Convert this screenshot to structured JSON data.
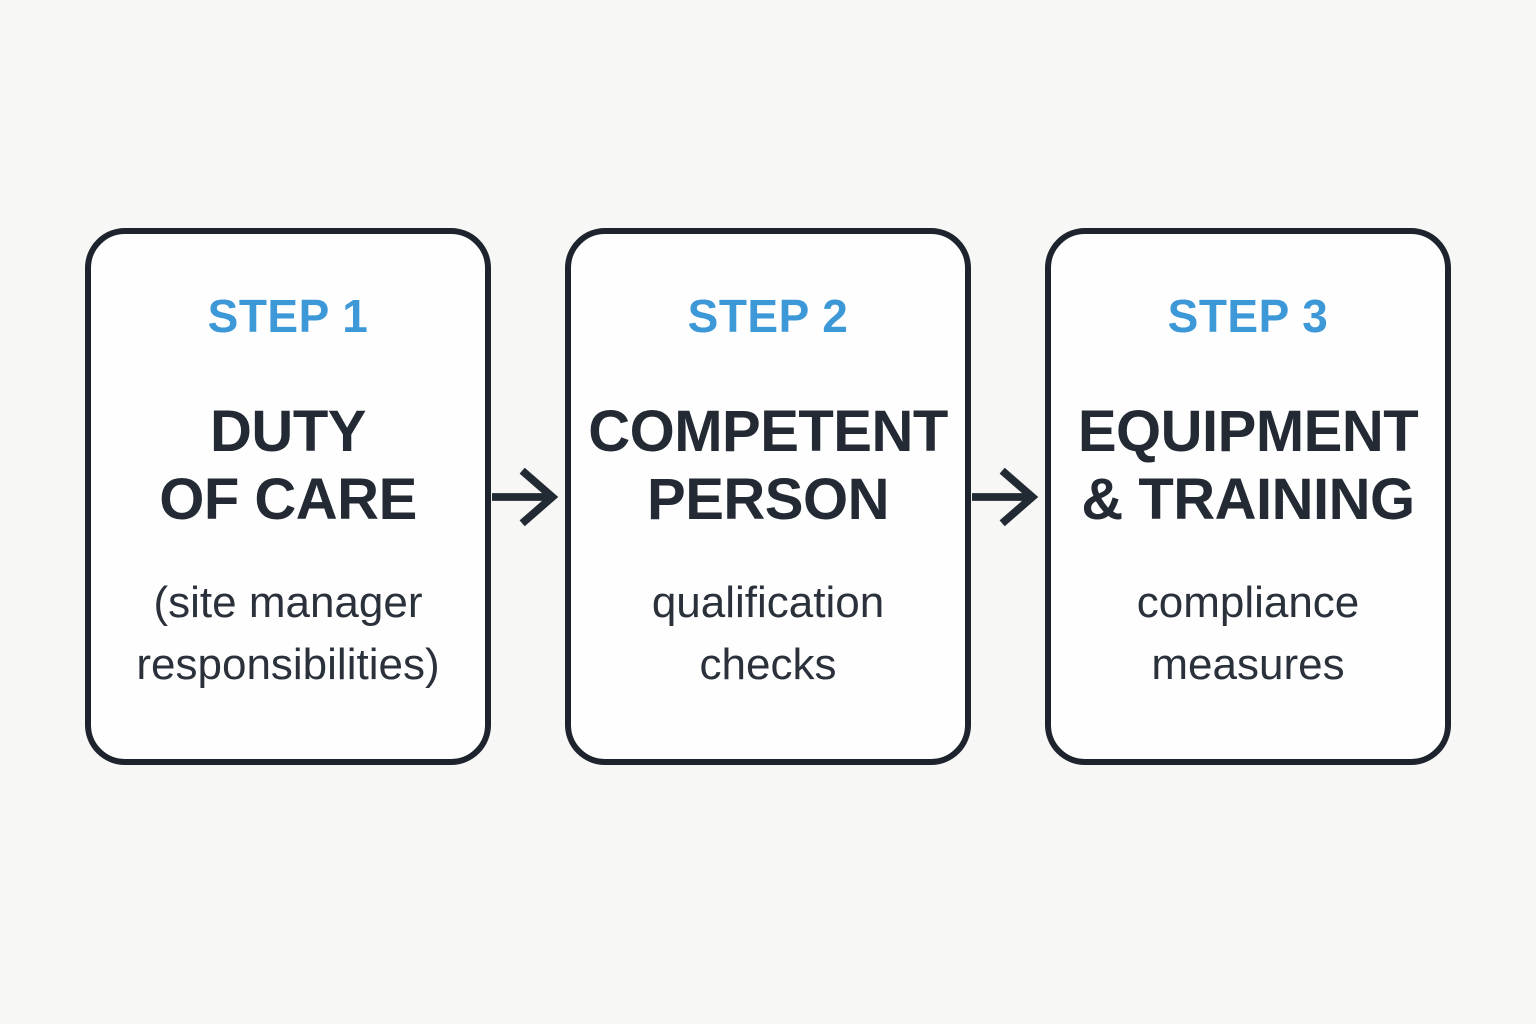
{
  "colors": {
    "accent_blue": "#3d98d8",
    "title_dark": "#232a34",
    "border_dark": "#1d242e",
    "background": "#f7f7f5",
    "card_background": "#fefefe"
  },
  "steps": [
    {
      "label": "STEP 1",
      "title_line1": "DUTY",
      "title_line2": "OF CARE",
      "subtitle_line1": "(site manager",
      "subtitle_line2": "responsibilities)"
    },
    {
      "label": "STEP 2",
      "title_line1": "COMPETENT",
      "title_line2": "PERSON",
      "subtitle_line1": "qualification",
      "subtitle_line2": "checks"
    },
    {
      "label": "STEP 3",
      "title_line1": "EQUIPMENT",
      "title_line2": "& TRAINING",
      "subtitle_line1": "compliance",
      "subtitle_line2": "measures"
    }
  ]
}
